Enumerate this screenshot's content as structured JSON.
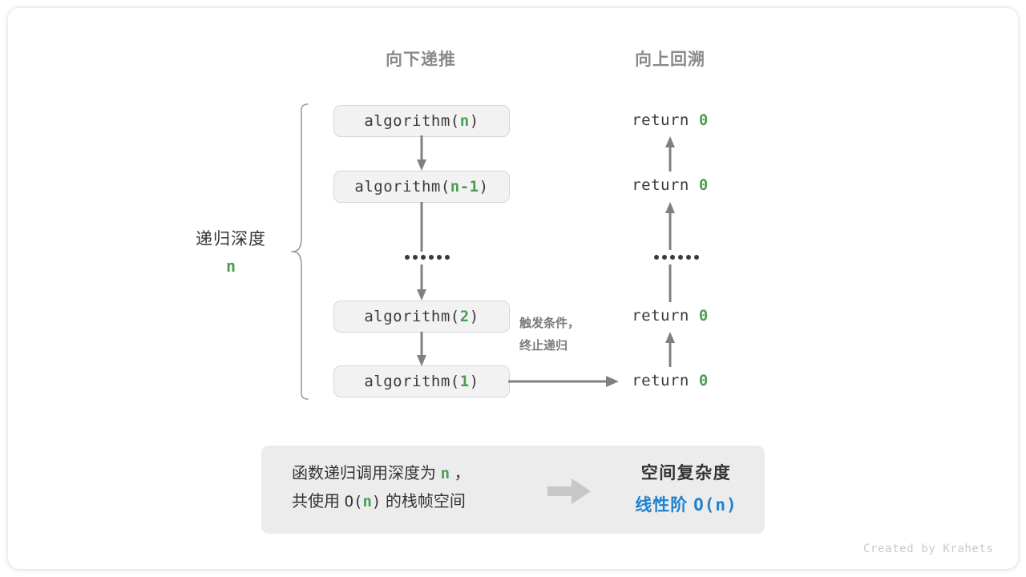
{
  "diagram": {
    "columns": {
      "down": "向下递推",
      "up": "向上回溯"
    },
    "left_label": {
      "text": "递归深度",
      "value": "n"
    },
    "calls": [
      {
        "name": "algorithm(",
        "arg": "n",
        "close": ")"
      },
      {
        "name": "algorithm(",
        "arg": "n-1",
        "close": ")"
      },
      {
        "name": "algorithm(",
        "arg": "2",
        "close": ")"
      },
      {
        "name": "algorithm(",
        "arg": "1",
        "close": ")"
      }
    ],
    "returns": [
      {
        "keyword": "return",
        "value": "0"
      },
      {
        "keyword": "return",
        "value": "0"
      },
      {
        "keyword": "return",
        "value": "0"
      },
      {
        "keyword": "return",
        "value": "0"
      }
    ],
    "trigger_note": {
      "line1": "触发条件，",
      "line2": "终止递归"
    },
    "summary": {
      "left_line1_a": "函数递归调用深度为",
      "left_line1_n": "n",
      "left_line1_b": "，",
      "left_line2_a": "共使用",
      "left_line2_o": "O(",
      "left_line2_n": "n",
      "left_line2_c": ")",
      "left_line2_b": "的栈帧空间",
      "right_title": "空间复杂度",
      "right_value_cn": "线性阶",
      "right_value_mono": "O(n)",
      "arrow_icon": "right-block-arrow-icon"
    }
  },
  "credit": "Created by Krahets",
  "colors": {
    "green": "#4a9e52",
    "blue": "#1f82d0",
    "gray_arrow": "#808080",
    "box_fill": "#f2f2f2",
    "box_border": "#d6d6d6",
    "panel_fill": "#ececec",
    "header_text": "#8a8a8a"
  }
}
